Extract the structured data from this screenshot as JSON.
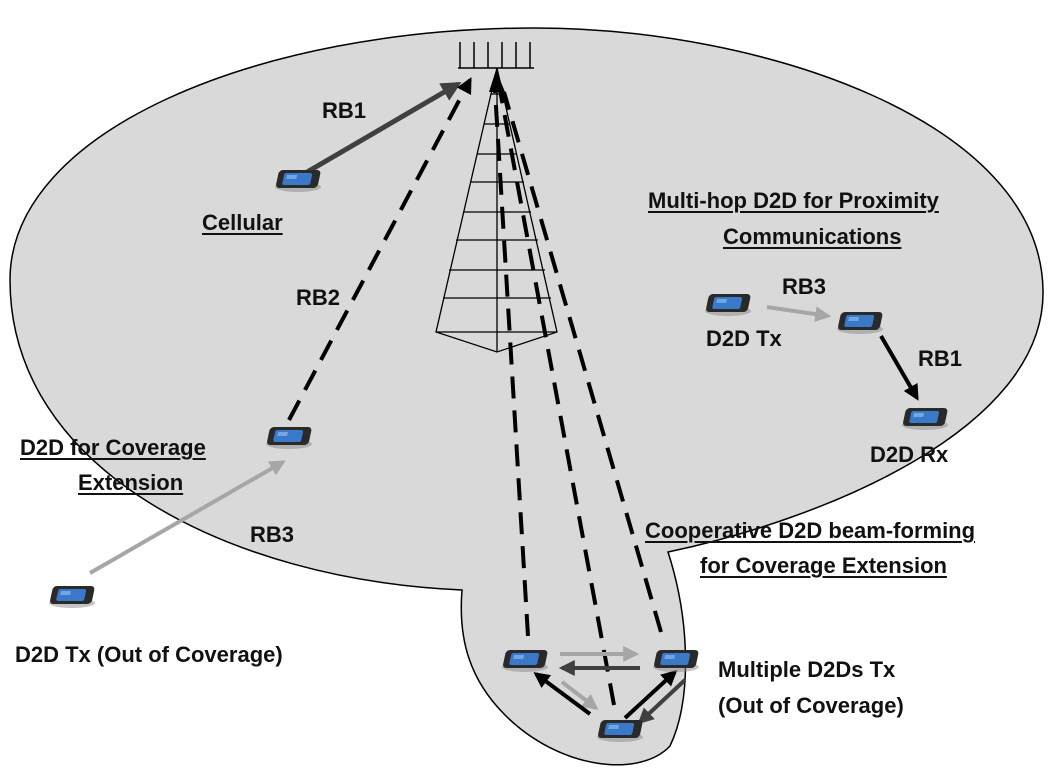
{
  "diagram": {
    "labels": {
      "cellular": "Cellular",
      "rb1_top": "RB1",
      "rb2": "RB2",
      "rb3_left": "RB3",
      "coverage_title_1": "D2D for Coverage",
      "coverage_title_2": "Extension",
      "out_of_coverage_tx": "D2D Tx (Out of Coverage)",
      "multihop_title_1": "Multi-hop D2D for Proximity",
      "multihop_title_2": "Communications",
      "multihop_rb3": "RB3",
      "multihop_tx": "D2D Tx",
      "multihop_rb1": "RB1",
      "multihop_rx": "D2D Rx",
      "beamforming_title_1": "Cooperative D2D beam-forming",
      "beamforming_title_2": "for Coverage Extension",
      "multiple_tx_1": "Multiple D2Ds Tx",
      "multiple_tx_2": "(Out of Coverage)"
    },
    "colors": {
      "coverage_area": "#d9d9d9",
      "arrow_dark": "#404040",
      "arrow_light": "#a6a6a6",
      "arrow_black": "#000000",
      "phone_body": "#2a2a2a",
      "phone_screen": "#3a78c8"
    }
  }
}
